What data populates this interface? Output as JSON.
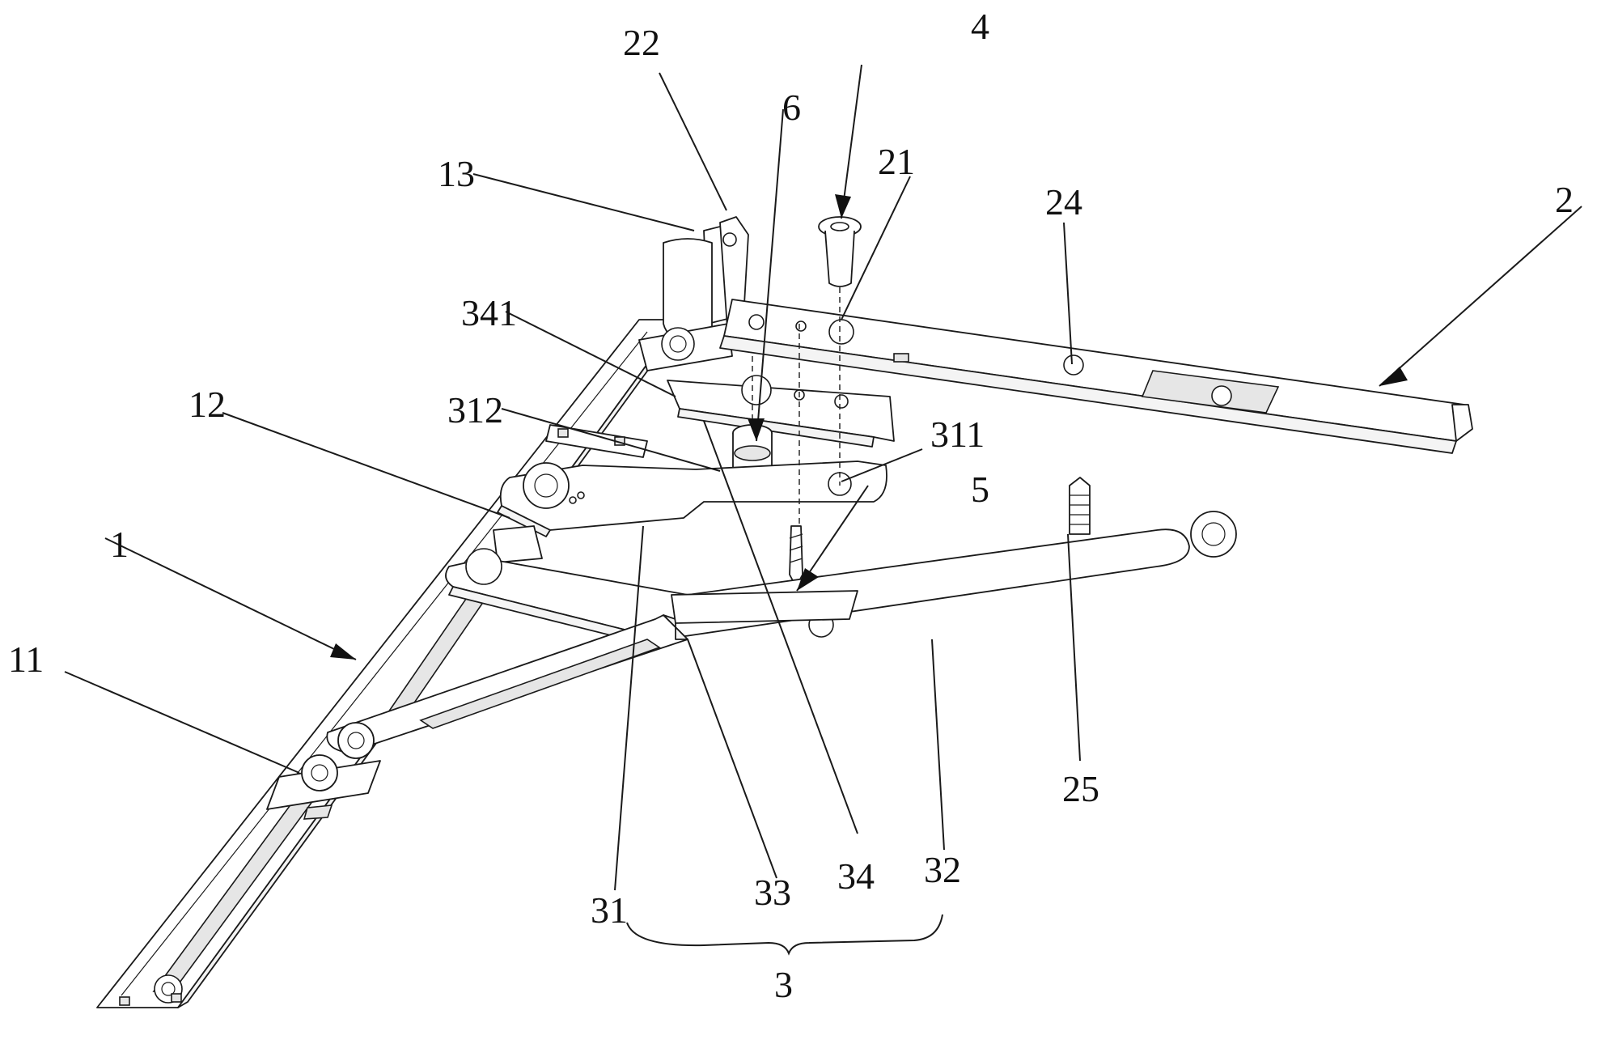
{
  "labels": {
    "l1": "1",
    "l2": "2",
    "l3": "3",
    "l4": "4",
    "l5": "5",
    "l6": "6",
    "l11": "11",
    "l12": "12",
    "l13": "13",
    "l21": "21",
    "l22": "22",
    "l24": "24",
    "l25": "25",
    "l31": "31",
    "l32": "32",
    "l33": "33",
    "l34": "34",
    "l311": "311",
    "l312": "312",
    "l341": "341"
  }
}
